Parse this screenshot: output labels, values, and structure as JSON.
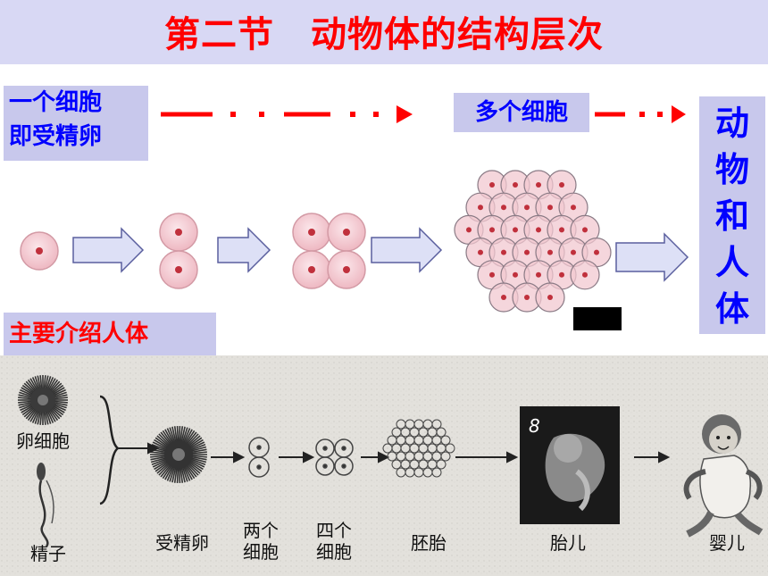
{
  "title": "第二节　动物体的结构层次",
  "box_one_cell": [
    "一个细胞",
    "即受精卵"
  ],
  "box_multi_cell": "多个细胞",
  "box_animal": [
    "动",
    "物",
    "和",
    "人",
    "体"
  ],
  "box_human": "主要介绍人体",
  "photo_labels": {
    "egg": "卵细胞",
    "sperm": "精子",
    "zygote": "受精卵",
    "two_cells": [
      "两个",
      "细胞"
    ],
    "four_cells": [
      "四个",
      "细胞"
    ],
    "embryo": "胚胎",
    "fetus": "胎儿",
    "baby": "婴儿",
    "month_badge": "8"
  },
  "colors": {
    "title_bg": "#d8d8f4",
    "title_text": "#ff0000",
    "box_bg": "#c8c8ec",
    "box_text": "#0000ff",
    "dash_arrow": "#ff0000",
    "cell_fill": "#f2c8d0",
    "cell_nucleus": "#c0303c",
    "arrow_fill": "#dde0f6",
    "arrow_stroke": "#5a5f9e"
  }
}
